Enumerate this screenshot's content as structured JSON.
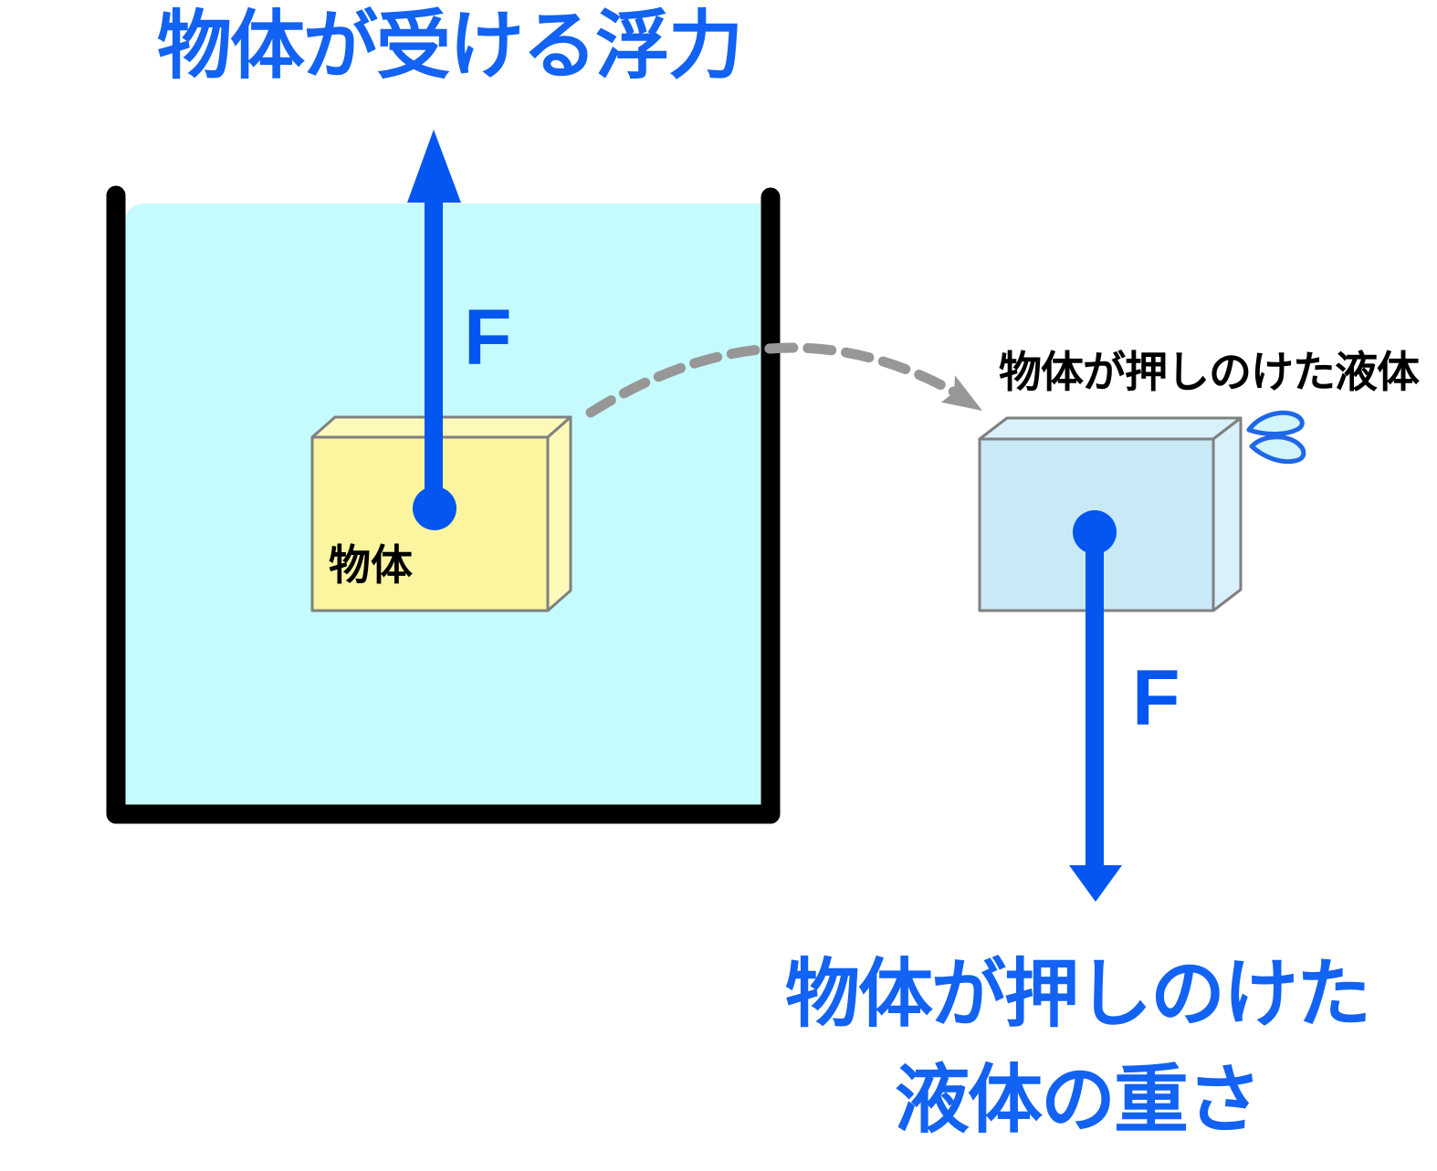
{
  "labels": {
    "title": "物体が受ける浮力",
    "object": "物体",
    "force_up": "F",
    "force_down": "F",
    "displaced_liquid": "物体が押しのけた液体",
    "bottom_line1": "物体が押しのけた",
    "bottom_line2": "液体の重さ"
  },
  "colors": {
    "blue_text": "#1262F3",
    "blue_arrow": "#0356F0",
    "liquid": "#C5FBFD",
    "object_front": "#FBF5A0",
    "object_side": "#FDF9B8",
    "displaced_front": "#C9E9F6",
    "displaced_side": "#D9F1FA",
    "outline_gray": "#808080",
    "dashed_gray": "#979797",
    "container_black": "#000000",
    "splash_fill": "#D2F4FB",
    "splash_stroke": "#1F66E8",
    "label_black": "#000000"
  }
}
